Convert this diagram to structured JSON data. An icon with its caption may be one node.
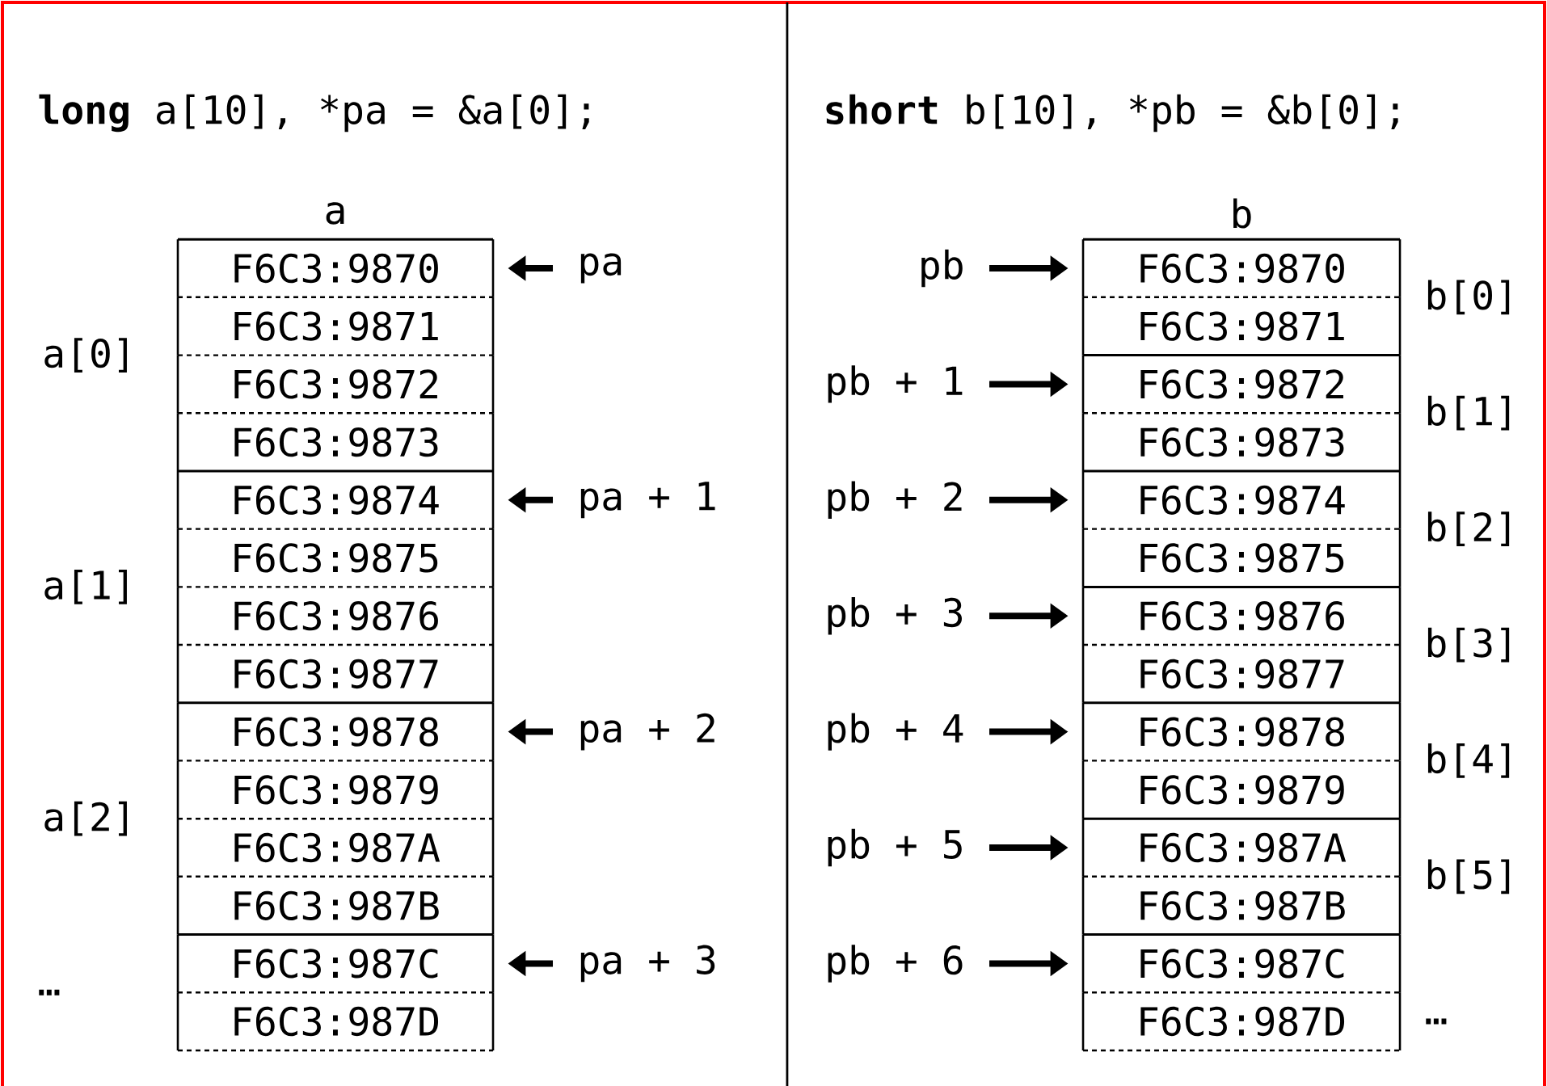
{
  "diagram": {
    "nodes": [
      {
        "text": [
          "F6C3:9870"
        ]
      },
      {
        "text": [
          "F6C3:9871"
        ]
      },
      {
        "text": [
          "F6C3:9872"
        ]
      },
      {
        "text": [
          "F6C3:9873"
        ]
      },
      {
        "text": [
          "F6C3:9874"
        ]
      },
      {
        "text": [
          "F6C3:9875"
        ]
      },
      {
        "text": [
          "F6C3:9876"
        ]
      },
      {
        "text": [
          "F6C3:9877"
        ]
      },
      {
        "text": [
          "F6C3:9878"
        ]
      },
      {
        "text": [
          "F6C3:9879"
        ]
      },
      {
        "text": [
          "F6C3:987A"
        ]
      },
      {
        "text": [
          "F6C3:987B"
        ]
      },
      {
        "text": [
          "F6C3:987C"
        ]
      },
      {
        "text": [
          "F6C3:987D"
        ]
      },
      {
        "text": [
          "F6C3:9870"
        ]
      },
      {
        "text": [
          "F6C3:9871"
        ]
      },
      {
        "text": [
          "F6C3:9872"
        ]
      },
      {
        "text": [
          "F6C3:9873"
        ]
      },
      {
        "text": [
          "F6C3:9874"
        ]
      },
      {
        "text": [
          "F6C3:9875"
        ]
      },
      {
        "text": [
          "F6C3:9876"
        ]
      },
      {
        "text": [
          "F6C3:9877"
        ]
      },
      {
        "text": [
          "F6C3:9878"
        ]
      },
      {
        "text": [
          "F6C3:9879"
        ]
      },
      {
        "text": [
          "F6C3:987A"
        ]
      },
      {
        "text": [
          "F6C3:987B"
        ]
      },
      {
        "text": [
          "F6C3:987C"
        ]
      },
      {
        "text": [
          "F6C3:987D"
        ]
      },
      {
        "text": [
          "pa"
        ]
      },
      {
        "text": [
          "pa + 1"
        ]
      },
      {
        "text": [
          "pa + 2"
        ]
      },
      {
        "text": [
          "pa + 3"
        ]
      },
      {
        "text": [
          "pb"
        ]
      },
      {
        "text": [
          "pb + 1"
        ]
      },
      {
        "text": [
          "pb + 2"
        ]
      },
      {
        "text": [
          "pb + 3"
        ]
      },
      {
        "text": [
          "pb + 4"
        ]
      },
      {
        "text": [
          "pb + 5"
        ]
      },
      {
        "text": [
          "pb + 6"
        ]
      }
    ],
    "edges": [
      {
        "from": 28,
        "to": 0,
        "arrow": "to"
      },
      {
        "from": 29,
        "to": 4,
        "arrow": "to"
      },
      {
        "from": 30,
        "to": 8,
        "arrow": "to"
      },
      {
        "from": 31,
        "to": 12,
        "arrow": "to"
      },
      {
        "from": 32,
        "to": 14,
        "arrow": "to"
      },
      {
        "from": 33,
        "to": 16,
        "arrow": "to"
      },
      {
        "from": 34,
        "to": 18,
        "arrow": "to"
      },
      {
        "from": 35,
        "to": 20,
        "arrow": "to"
      },
      {
        "from": 36,
        "to": 22,
        "arrow": "to"
      },
      {
        "from": 37,
        "to": 24,
        "arrow": "to"
      },
      {
        "from": 38,
        "to": 26,
        "arrow": "to"
      }
    ],
    "labels": [
      "**long** a[10], *pa = &a[0];",
      "**short** b[10], *pb = &b[0];",
      "a",
      "b",
      "a[0]",
      "a[1]",
      "a[2]",
      "…",
      "b[0]",
      "b[1]",
      "b[2]",
      "b[3]",
      "b[4]",
      "b[5]",
      "…"
    ]
  }
}
